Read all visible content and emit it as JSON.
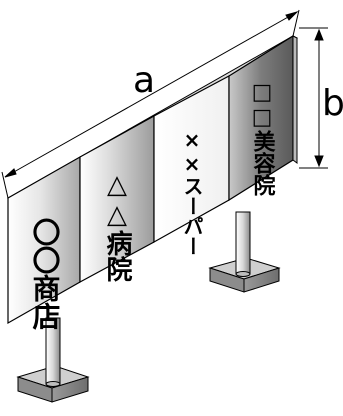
{
  "dimensions": {
    "width_label": "a",
    "height_label": "b"
  },
  "panels": [
    {
      "text": "〇〇商店"
    },
    {
      "text": "△△病院"
    },
    {
      "text": "××スーパー"
    },
    {
      "text": "□□美容院"
    }
  ]
}
